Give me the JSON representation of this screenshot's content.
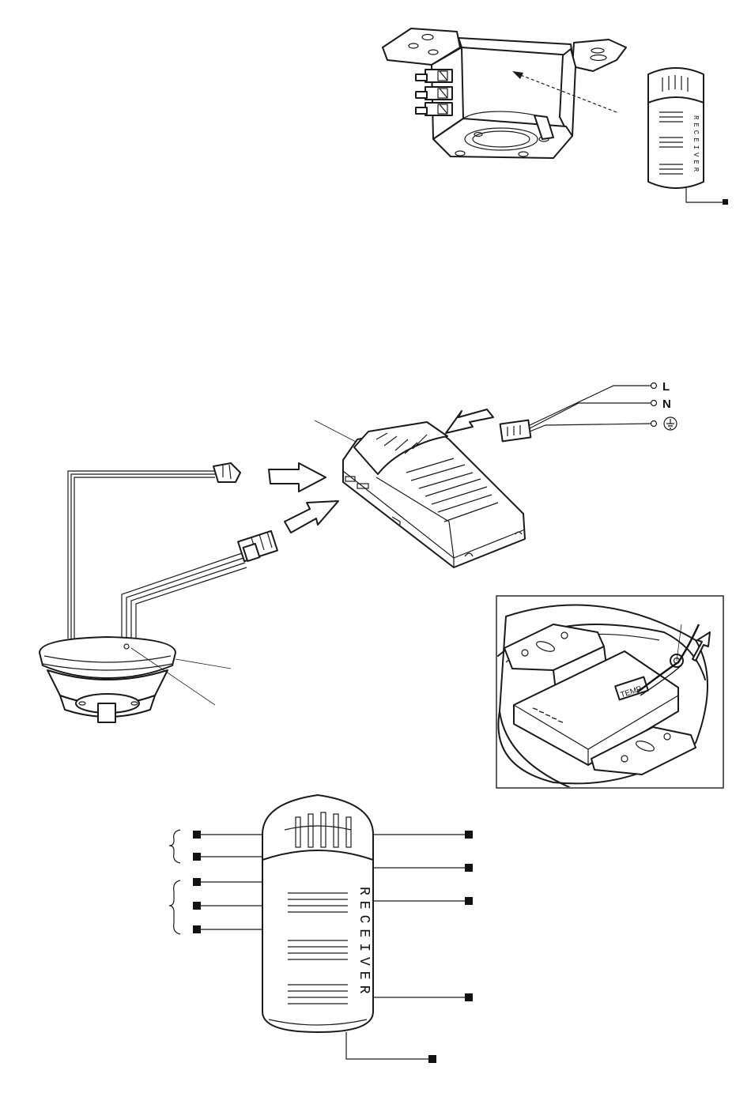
{
  "receiver_small": {
    "label": "RECEIVER"
  },
  "power_labels": {
    "live": "L",
    "neutral": "N"
  },
  "detail_inset": {
    "tag": "TEMP"
  },
  "receiver_large": {
    "label": "RECEIVER"
  }
}
